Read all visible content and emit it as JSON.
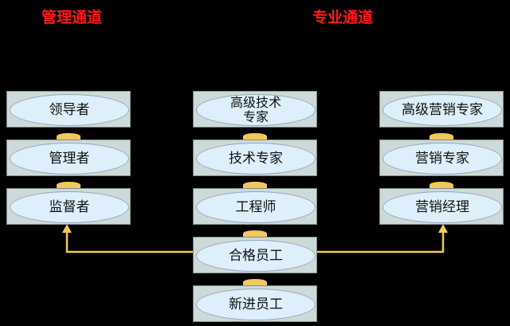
{
  "headings": {
    "management": "管理通道",
    "professional": "专业通道"
  },
  "management_track": {
    "leader": "领导者",
    "manager": "管理者",
    "supervisor": "监督者"
  },
  "technical_track": {
    "senior_expert": "高级技术\n专家",
    "tech_expert": "技术专家",
    "engineer": "工程师",
    "qualified_employee": "合格员工",
    "new_employee": "新进员工"
  },
  "marketing_track": {
    "senior_expert": "高级营销专家",
    "expert": "营销专家",
    "manager": "营销经理"
  },
  "colors": {
    "background": "#000000",
    "heading": "#ff1a1a",
    "box_fill": "#ced9d9",
    "oval_fill": "#dceffa",
    "connector": "#f2c75c",
    "arrow": "#f2c75c"
  }
}
